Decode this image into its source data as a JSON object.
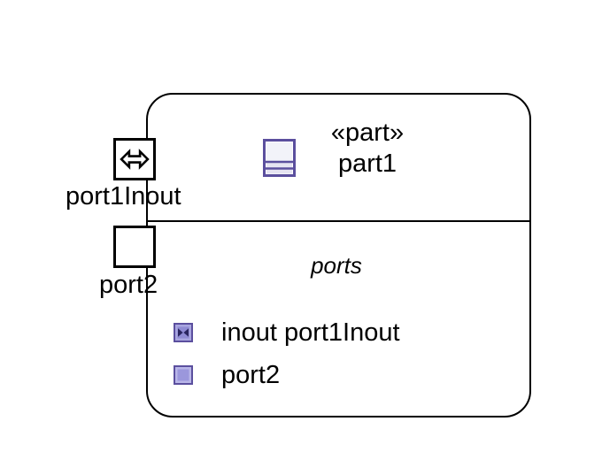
{
  "diagram": {
    "type": "sysml-internal-block-diagram",
    "background_color": "#ffffff",
    "line_color": "#000000",
    "accent_color": "#5b4f9e",
    "accent_fill": "#a9a6e0"
  },
  "part": {
    "stereotype": "«part»",
    "name": "part1",
    "icon_name": "part-block-icon"
  },
  "compartments": {
    "ports": {
      "heading": "ports",
      "items": [
        {
          "label": "inout port1Inout",
          "icon": "inout-port-icon"
        },
        {
          "label": "port2",
          "icon": "port-icon"
        }
      ]
    }
  },
  "external_ports": [
    {
      "id": "port1",
      "label": "port1Inout",
      "icon": "bidirectional-arrow-icon",
      "direction": "inout"
    },
    {
      "id": "port2",
      "label": "port2",
      "icon": "empty-square-icon",
      "direction": ""
    }
  ]
}
